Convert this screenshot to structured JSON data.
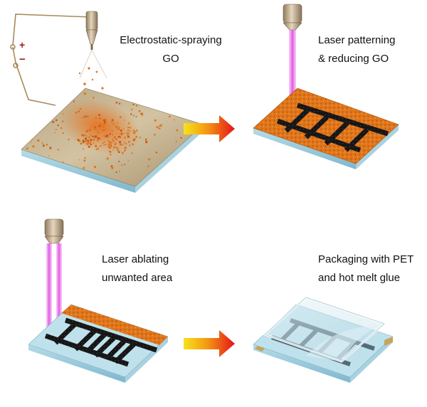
{
  "steps": [
    {
      "line1": "Electrostatic-spraying",
      "line2": "GO"
    },
    {
      "line1": "Laser patterning",
      "line2": "& reducing GO"
    },
    {
      "line1": "Laser ablating",
      "line2": "unwanted area"
    },
    {
      "line1": "Packaging with PET",
      "line2": "and hot melt glue"
    }
  ],
  "polarity": {
    "plus": "+",
    "minus": "−"
  },
  "colors": {
    "substrate_top": "#c9b99a",
    "substrate_side": "#8fc3d6",
    "go_orange": "#e07a1f",
    "rgo_black": "#1a1a1a",
    "laser_beam": "#e85de8",
    "arrow_start": "#f5d31a",
    "arrow_end": "#e3141a",
    "nozzle": "#b9a488"
  }
}
